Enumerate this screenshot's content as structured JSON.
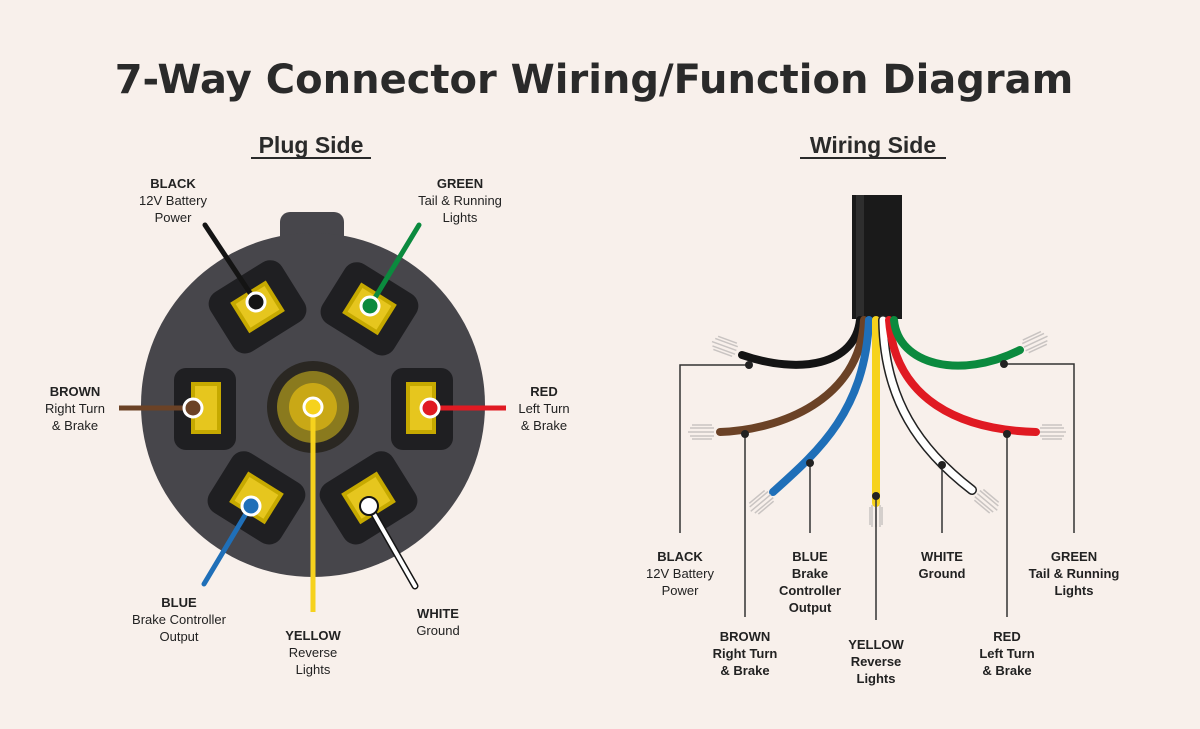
{
  "title": "7-Way Connector Wiring/Function Diagram",
  "plug_side": {
    "heading": "Plug Side",
    "labels": {
      "black": {
        "color": "BLACK",
        "desc1": "12V Battery",
        "desc2": "Power"
      },
      "green": {
        "color": "GREEN",
        "desc1": "Tail & Running",
        "desc2": "Lights"
      },
      "brown": {
        "color": "BROWN",
        "desc1": "Right Turn",
        "desc2": "& Brake"
      },
      "red": {
        "color": "RED",
        "desc1": "Left Turn",
        "desc2": "& Brake"
      },
      "blue": {
        "color": "BLUE",
        "desc1": "Brake Controller",
        "desc2": "Output"
      },
      "yellow": {
        "color": "YELLOW",
        "desc1": "Reverse",
        "desc2": "Lights"
      },
      "white": {
        "color": "WHITE",
        "desc1": "Ground",
        "desc2": ""
      }
    }
  },
  "wiring_side": {
    "heading": "Wiring Side",
    "labels": {
      "black": {
        "color": "BLACK",
        "desc1": "12V Battery",
        "desc2": "Power",
        "desc3": ""
      },
      "brown": {
        "color": "BROWN",
        "desc1": "Right Turn",
        "desc2": "& Brake",
        "desc3": ""
      },
      "blue": {
        "color": "BLUE",
        "desc1": "Brake",
        "desc2": "Controller",
        "desc3": "Output"
      },
      "yellow": {
        "color": "YELLOW",
        "desc1": "Reverse",
        "desc2": "Lights",
        "desc3": ""
      },
      "white": {
        "color": "WHITE",
        "desc1": "Ground",
        "desc2": "",
        "desc3": ""
      },
      "red": {
        "color": "RED",
        "desc1": "Left Turn",
        "desc2": "& Brake",
        "desc3": ""
      },
      "green": {
        "color": "GREEN",
        "desc1": "Tail & Running",
        "desc2": "Lights",
        "desc3": ""
      }
    }
  },
  "wire_colors": {
    "black": "#141414",
    "green": "#0b8a3e",
    "brown": "#6b4226",
    "red": "#e01a22",
    "blue": "#1f6fb8",
    "yellow": "#f6d21d",
    "white": "#ffffff"
  }
}
